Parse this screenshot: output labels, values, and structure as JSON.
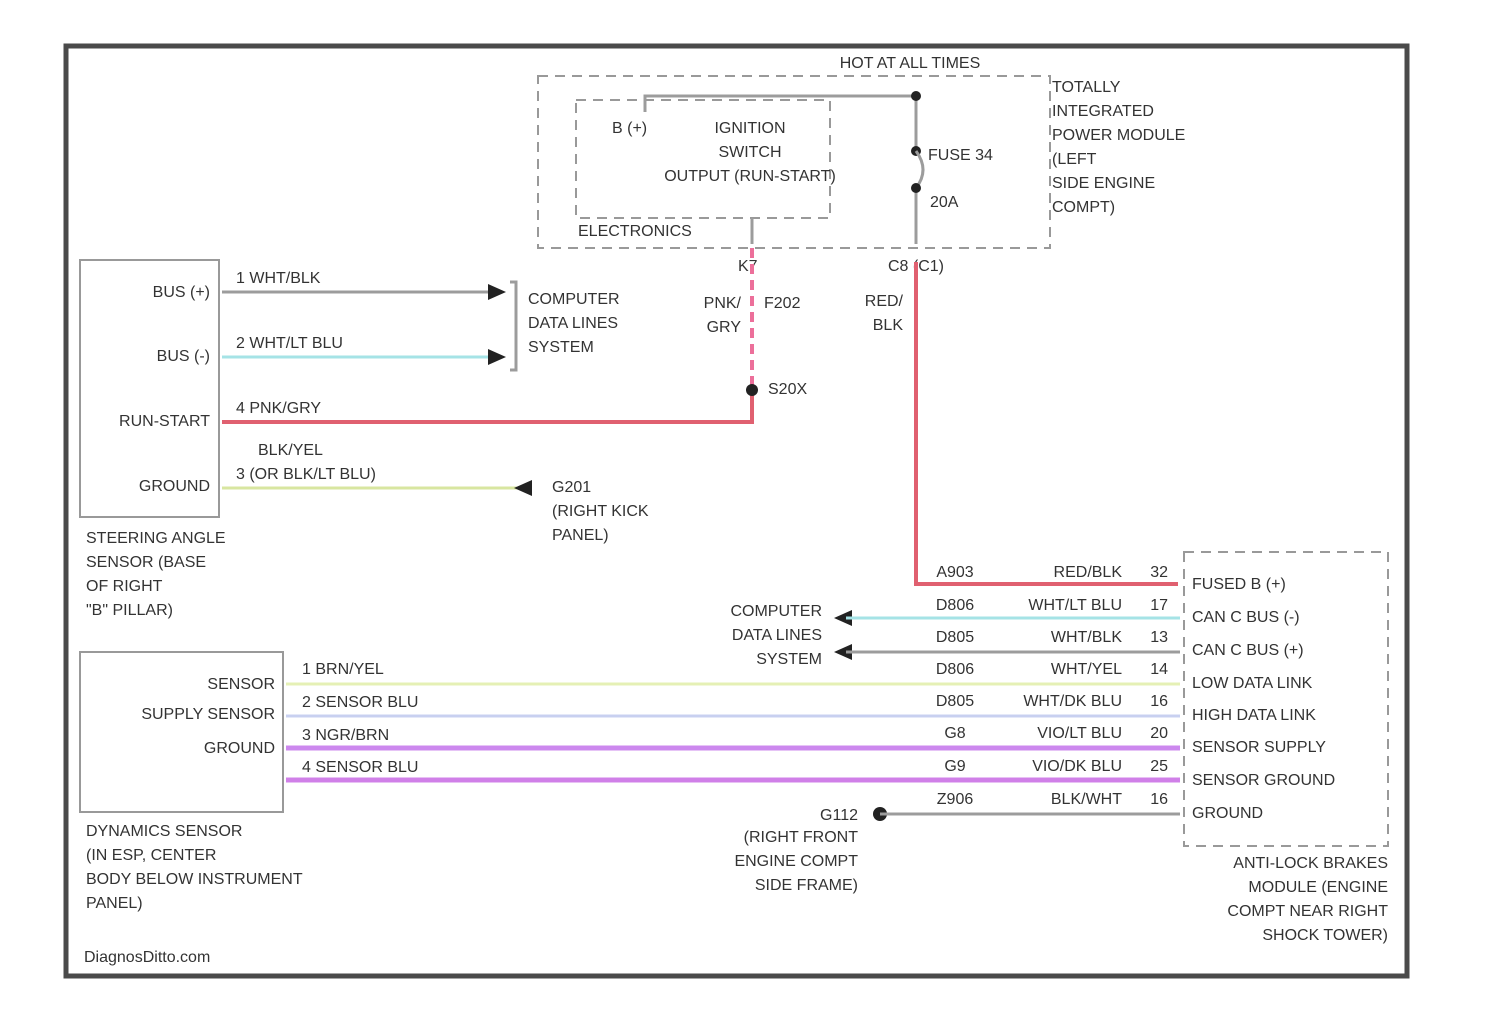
{
  "header": {
    "hot_at_all_times": "HOT AT ALL TIMES"
  },
  "tipm": {
    "label": [
      "TOTALLY",
      "INTEGRATED",
      "POWER MODULE",
      "(LEFT",
      "SIDE ENGINE",
      "COMPT)"
    ],
    "b_plus": "B (+)",
    "ignition": [
      "IGNITION",
      "SWITCH",
      "OUTPUT (RUN-START)"
    ],
    "electronics": "ELECTRONICS",
    "fuse": "FUSE 34",
    "fuse_rating": "20A",
    "pin_k": "K7",
    "pin_c": "C8 (C1)"
  },
  "sas": {
    "label": [
      "STEERING ANGLE",
      "SENSOR (BASE",
      "OF RIGHT",
      "\"B\" PILLAR)"
    ],
    "pins": [
      "BUS (+)",
      "BUS (-)",
      "RUN-START",
      "GROUND"
    ],
    "wire1": "1  WHT/BLK",
    "wire2": "2  WHT/LT BLU",
    "wire4": "4  PNK/GRY",
    "wire3a": "BLK/YEL",
    "wire3b": "3  (OR BLK/LT BLU)",
    "cdl": [
      "COMPUTER",
      "DATA LINES",
      "SYSTEM"
    ],
    "g201": [
      "G201",
      "(RIGHT KICK",
      "PANEL)"
    ]
  },
  "run_start": {
    "color1": "PNK/",
    "color2": "GRY",
    "circuit": "F202",
    "splice": "S20X"
  },
  "fused_feed": {
    "color1": "RED/",
    "color2": "BLK"
  },
  "dyn": {
    "label": [
      "DYNAMICS SENSOR",
      "(IN ESP, CENTER",
      "BODY BELOW INSTRUMENT",
      "PANEL)"
    ],
    "pins": [
      "SENSOR",
      "SUPPLY SENSOR",
      "GROUND"
    ],
    "wires": [
      "1  BRN/YEL",
      "2  SENSOR BLU",
      "3  NGR/BRN",
      "4  SENSOR BLU"
    ]
  },
  "cdl2": [
    "COMPUTER",
    "DATA LINES",
    "SYSTEM"
  ],
  "g112": {
    "id": "G112",
    "label": [
      "(RIGHT FRONT",
      "ENGINE COMPT",
      "SIDE FRAME)"
    ]
  },
  "abs": {
    "label": [
      "ANTI-LOCK BRAKES",
      "MODULE (ENGINE",
      "COMPT NEAR RIGHT",
      "SHOCK TOWER)"
    ],
    "rows": [
      {
        "circuit": "A903",
        "color": "RED/BLK",
        "pin": "32",
        "name": "FUSED B (+)",
        "wire": "#e06070"
      },
      {
        "circuit": "D806",
        "color": "WHT/LT BLU",
        "pin": "17",
        "name": "CAN C BUS (-)",
        "wire": "#a5e3e6"
      },
      {
        "circuit": "D805",
        "color": "WHT/BLK",
        "pin": "13",
        "name": "CAN C BUS (+)",
        "wire": "#9c9c9c"
      },
      {
        "circuit": "D806",
        "color": "WHT/YEL",
        "pin": "14",
        "name": "LOW DATA LINK",
        "wire": "#e5f0b5"
      },
      {
        "circuit": "D805",
        "color": "WHT/DK BLU",
        "pin": "16",
        "name": "HIGH DATA LINK",
        "wire": "#c8d0f0"
      },
      {
        "circuit": "G8",
        "color": "VIO/LT BLU",
        "pin": "20",
        "name": "SENSOR SUPPLY",
        "wire": "#cc88ee"
      },
      {
        "circuit": "G9",
        "color": "VIO/DK BLU",
        "pin": "25",
        "name": "SENSOR GROUND",
        "wire": "#d080e8"
      },
      {
        "circuit": "Z906",
        "color": "BLK/WHT",
        "pin": "16",
        "name": "GROUND",
        "wire": "#9c9c9c"
      }
    ]
  },
  "footer": {
    "watermark": "DiagnosDitto.com"
  }
}
